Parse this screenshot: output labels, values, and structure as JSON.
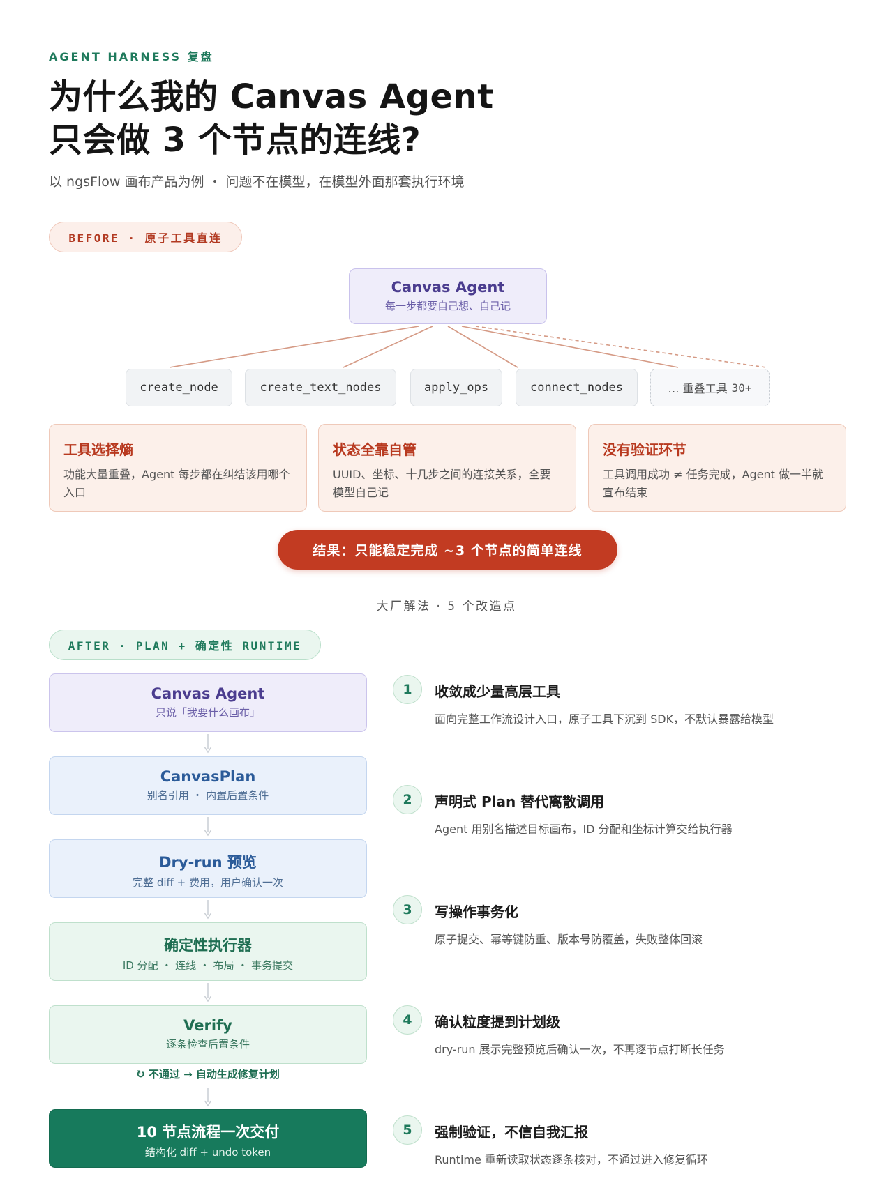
{
  "header": {
    "eyebrow": "AGENT HARNESS 复盘",
    "title_line1": "为什么我的 Canvas Agent",
    "title_line2": "只会做 3 个节点的连线?",
    "subtitle": "以 ngsFlow 画布产品为例 ・ 问题不在模型，在模型外面那套执行环境"
  },
  "before": {
    "pill": "BEFORE · 原子工具直连",
    "agent": {
      "title": "Canvas Agent",
      "subtitle": "每一步都要自己想、自己记"
    },
    "tools": [
      "create_node",
      "create_text_nodes",
      "apply_ops",
      "connect_nodes"
    ],
    "tools_more": {
      "label": "… 重叠工具",
      "count": "30+"
    },
    "problems": [
      {
        "title": "工具选择熵",
        "body": "功能大量重叠，Agent 每步都在纠结该用哪个入口"
      },
      {
        "title": "状态全靠自管",
        "body": "UUID、坐标、十几步之间的连接关系，全要模型自己记"
      },
      {
        "title": "没有验证环节",
        "body": "工具调用成功 ≠ 任务完成，Agent 做一半就宣布结束"
      }
    ],
    "result": "结果：只能稳定完成 ~3 个节点的简单连线"
  },
  "divider": "大厂解法 · 5 个改造点",
  "after": {
    "pill": "AFTER · PLAN + 确定性 RUNTIME",
    "flow": [
      {
        "title": "Canvas Agent",
        "subtitle": "只说「我要什么画布」"
      },
      {
        "title": "CanvasPlan",
        "subtitle": "别名引用 ・ 内置后置条件"
      },
      {
        "title": "Dry-run 预览",
        "subtitle": "完整 diff + 费用，用户确认一次"
      },
      {
        "title": "确定性执行器",
        "subtitle": "ID 分配 ・ 连线 ・ 布局 ・ 事务提交"
      },
      {
        "title": "Verify",
        "subtitle": "逐条检查后置条件"
      },
      {
        "title": "10 节点流程一次交付",
        "subtitle": "结构化 diff + undo token"
      }
    ],
    "retry_icon": "↻",
    "retry": "不通过 → 自动生成修复计划",
    "steps": [
      {
        "num": "1",
        "title": "收敛成少量高层工具",
        "body": "面向完整工作流设计入口，原子工具下沉到 SDK，不默认暴露给模型"
      },
      {
        "num": "2",
        "title": "声明式 Plan 替代离散调用",
        "body": "Agent 用别名描述目标画布，ID 分配和坐标计算交给执行器"
      },
      {
        "num": "3",
        "title": "写操作事务化",
        "body": "原子提交、幂等键防重、版本号防覆盖，失败整体回滚"
      },
      {
        "num": "4",
        "title": "确认粒度提到计划级",
        "body": "dry-run 展示完整预览后确认一次，不再逐节点打断长任务"
      },
      {
        "num": "5",
        "title": "强制验证，不信自我汇报",
        "body": "Runtime 重新读取状态逐条核对，不通过进入修复循环"
      }
    ]
  },
  "colors": {
    "accent_green": "#1f7a5c",
    "accent_red": "#c23b22",
    "accent_purple": "#4b3d8f"
  }
}
